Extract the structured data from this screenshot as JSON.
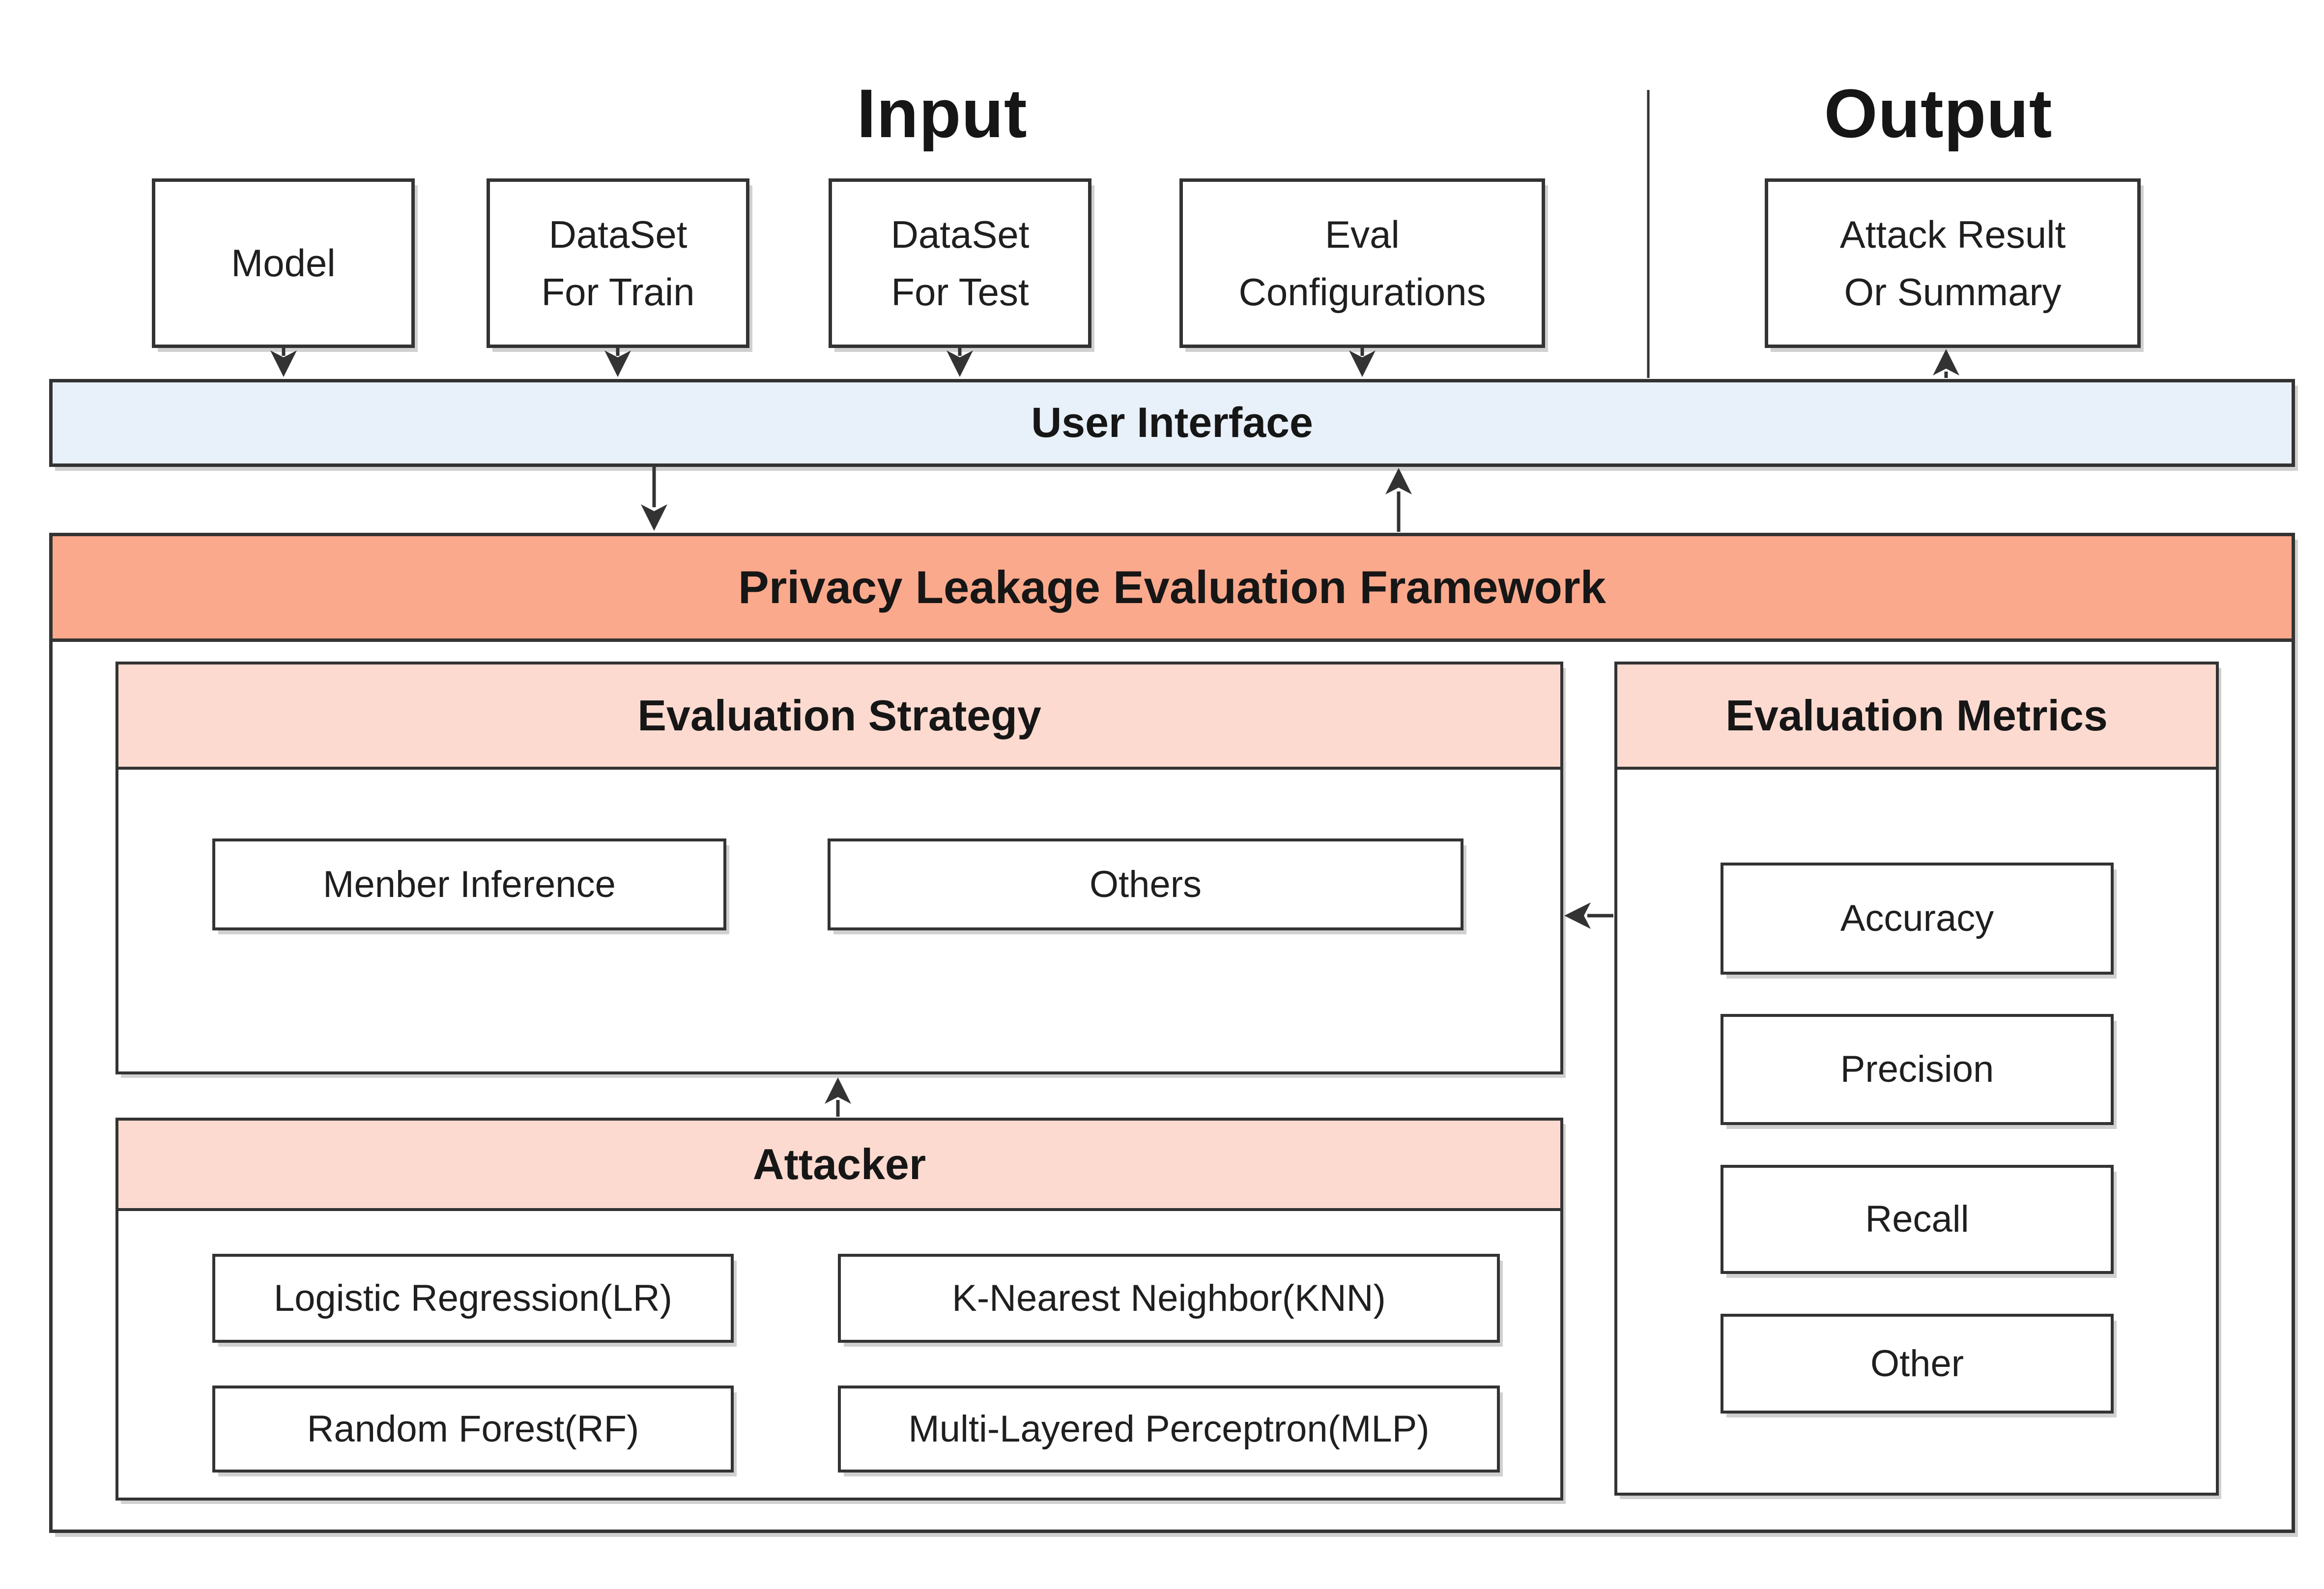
{
  "headings": {
    "input": "Input",
    "output": "Output"
  },
  "input_boxes": [
    {
      "label": "Model"
    },
    {
      "label": "DataSet\nFor Train"
    },
    {
      "label": "DataSet\nFor Test"
    },
    {
      "label": "Eval\nConfigurations"
    }
  ],
  "output_box": {
    "label": "Attack Result\nOr Summary"
  },
  "ui_bar": {
    "label": "User Interface"
  },
  "framework": {
    "title": "Privacy Leakage Evaluation Framework"
  },
  "sections": {
    "strategy": {
      "title": "Evaluation Strategy",
      "items": [
        "Menber Inference",
        "Others"
      ]
    },
    "attacker": {
      "title": "Attacker",
      "items": [
        "Logistic Regression(LR)",
        "K-Nearest Neighbor(KNN)",
        "Random Forest(RF)",
        "Multi-Layered Perceptron(MLP)"
      ]
    },
    "metrics": {
      "title": "Evaluation Metrics",
      "items": [
        "Accuracy",
        "Precision",
        "Recall",
        "Other"
      ]
    }
  },
  "colors": {
    "ui_bar_fill": "#E8F0FA",
    "framework_fill": "#FBA98C",
    "section_header_fill": "#FCDAD0",
    "border": "#333333",
    "arrow": "#333333",
    "text": "#1F1F1F"
  }
}
